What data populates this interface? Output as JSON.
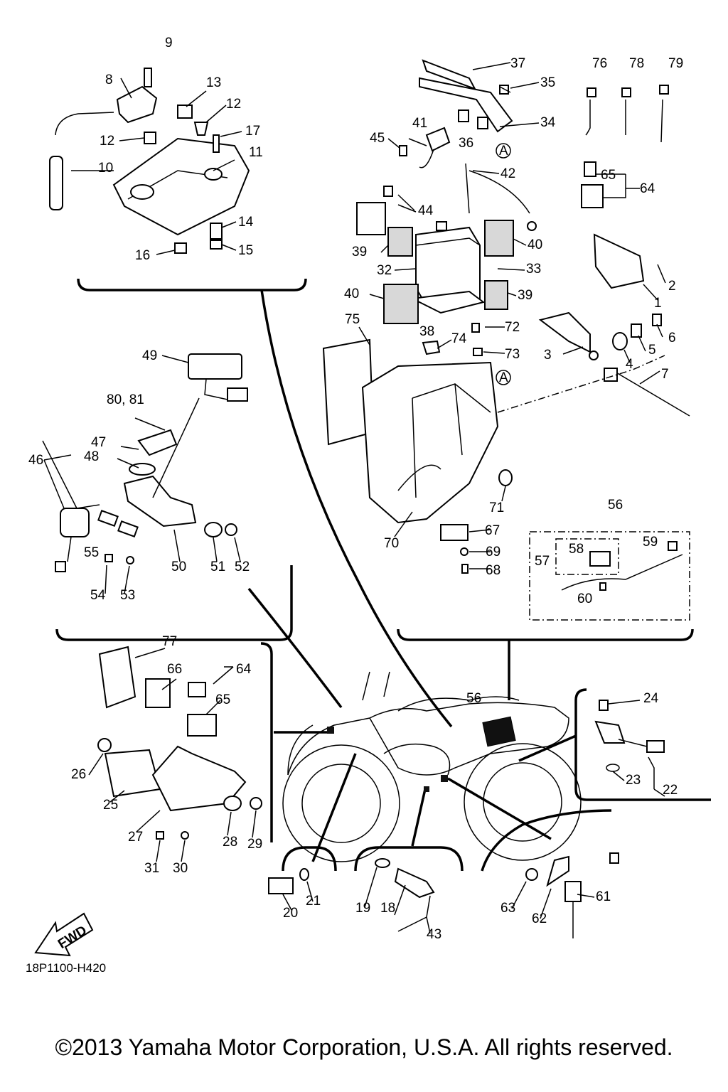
{
  "diagram": {
    "drawing_code": "18P1100-H420",
    "copyright": "©2013 Yamaha Motor Corporation, U.S.A. All rights reserved.",
    "fwd_label": "FWD",
    "ref_marker": "A",
    "part_labels": [
      "1",
      "2",
      "3",
      "4",
      "5",
      "6",
      "7",
      "8",
      "9",
      "10",
      "11",
      "12",
      "12",
      "13",
      "14",
      "15",
      "16",
      "17",
      "18",
      "19",
      "20",
      "21",
      "22",
      "23",
      "24",
      "25",
      "26",
      "27",
      "28",
      "29",
      "30",
      "31",
      "32",
      "33",
      "34",
      "35",
      "36",
      "37",
      "38",
      "39",
      "39",
      "40",
      "40",
      "41",
      "42",
      "43",
      "44",
      "45",
      "46",
      "47",
      "48",
      "49",
      "50",
      "51",
      "52",
      "53",
      "54",
      "55",
      "56",
      "56",
      "57",
      "58",
      "59",
      "60",
      "61",
      "62",
      "63",
      "64",
      "64",
      "65",
      "65",
      "66",
      "67",
      "68",
      "69",
      "70",
      "71",
      "72",
      "73",
      "74",
      "75",
      "76",
      "77",
      "78",
      "79",
      "80, 81"
    ]
  }
}
